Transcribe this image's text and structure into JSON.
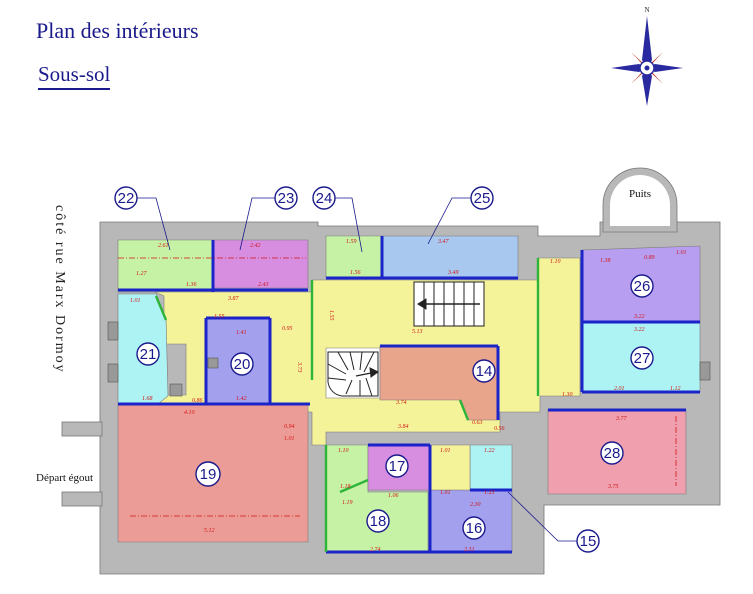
{
  "header": {
    "title": "Plan des intérieurs",
    "subtitle": "Sous-sol"
  },
  "compass": {
    "north_label": "N"
  },
  "labels": {
    "street": "côté rue Marx Dormoy",
    "drain": "Départ égout",
    "well": "Puits"
  },
  "rooms": [
    {
      "number": "14"
    },
    {
      "number": "15"
    },
    {
      "number": "16"
    },
    {
      "number": "17"
    },
    {
      "number": "18"
    },
    {
      "number": "19"
    },
    {
      "number": "20"
    },
    {
      "number": "21"
    },
    {
      "number": "22"
    },
    {
      "number": "23"
    },
    {
      "number": "24"
    },
    {
      "number": "25"
    },
    {
      "number": "26"
    },
    {
      "number": "27"
    },
    {
      "number": "28"
    }
  ],
  "dimensions": [
    "2.61",
    "2.42",
    "1.59",
    "3.47",
    "1.27",
    "1.36",
    "2.43",
    "1.56",
    "3.49",
    "3.87",
    "1.01",
    "1.55",
    "0.95",
    "1.55",
    "5.13",
    "1.41",
    "3.73",
    "1.68",
    "0.86",
    "1.42",
    "4.10",
    "0.94",
    "1.01",
    "3.74",
    "3.84",
    "0.63",
    "0.56",
    "1.10",
    "1.01",
    "1.22",
    "1.18",
    "1.06",
    "1.01",
    "1.23",
    "2.30",
    "1.19",
    "2.74",
    "2.31",
    "5.12",
    "1.10",
    "1.38",
    "0.89",
    "3.22",
    "3.22",
    "2.01",
    "1.12",
    "3.77",
    "3.75",
    "1.30",
    "1.01"
  ],
  "colors": {
    "wall": "#b8b8b8",
    "corridor": "#f4f39a",
    "green": "#c6f2a6",
    "magenta": "#d78de0",
    "blue": "#a8c8ef",
    "cyan": "#aef3f3",
    "lavender": "#a3a0ee",
    "salmon": "#ec9c96",
    "coral": "#e9a48c",
    "pink": "#ef9fae",
    "violet": "#b89ef0"
  }
}
